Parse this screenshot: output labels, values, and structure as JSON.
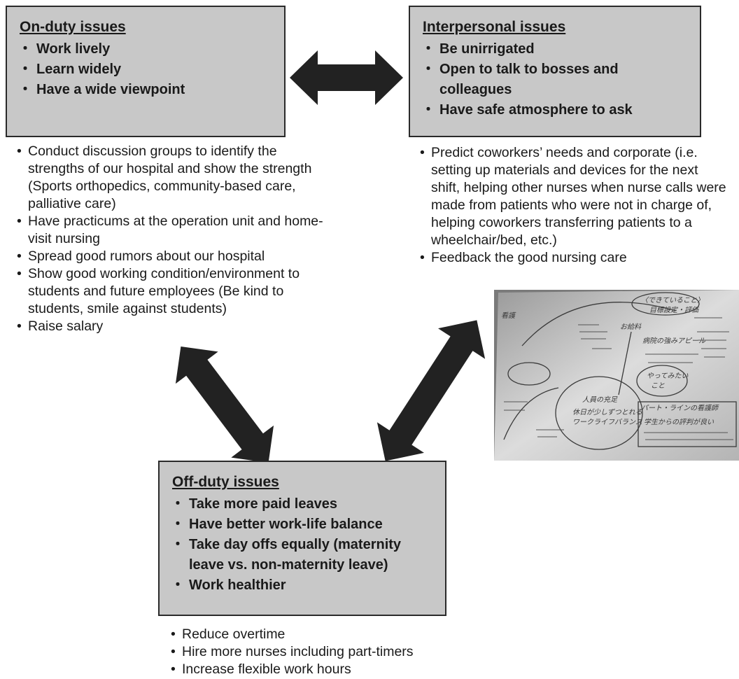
{
  "on_duty": {
    "title": "On-duty issues",
    "items": [
      "Work lively",
      "Learn widely",
      "Have a wide viewpoint"
    ],
    "actions": [
      "Conduct discussion groups to identify the strengths of our hospital and show the strength (Sports orthopedics, community-based care, palliative care)",
      "Have practicums at the operation unit and home-visit nursing",
      "Spread good rumors about our hospital",
      "Show good working condition/environment to students and future employees (Be kind to students, smile against students)",
      "Raise salary"
    ]
  },
  "interpersonal": {
    "title": "Interpersonal issues",
    "items": [
      "Be unirrigated",
      "Open to talk to bosses and colleagues",
      "Have safe atmosphere to ask"
    ],
    "actions": [
      "Predict coworkers’ needs and corporate (i.e. setting up materials and devices for the next shift, helping other nurses when nurse calls were made from patients who were not in charge of, helping coworkers transferring patients to a wheelchair/bed, etc.)",
      "Feedback the good nursing care"
    ]
  },
  "off_duty": {
    "title": "Off-duty issues",
    "items": [
      "Take more paid leaves",
      "Have better work-life balance",
      "Take day offs equally (maternity leave vs. non-maternity leave)",
      "Work healthier"
    ],
    "actions": [
      "Reduce overtime",
      "Hire more nurses including part-timers",
      "Increase flexible work hours"
    ]
  },
  "photo": {
    "handwritten_text": [
      "〈できていること〉",
      "目標設定・評価",
      "人員の充足",
      "やってみたい",
      "こと",
      "病院の強みアピール",
      "パート・ラインの看護師",
      "ワークライフバランス",
      "休日が少しずつとれる",
      "お給料",
      "学生からの評判が良い",
      "看護"
    ]
  },
  "colors": {
    "box_fill": "#c8c8c8",
    "border": "#2a2a2a",
    "arrow": "#222222"
  }
}
